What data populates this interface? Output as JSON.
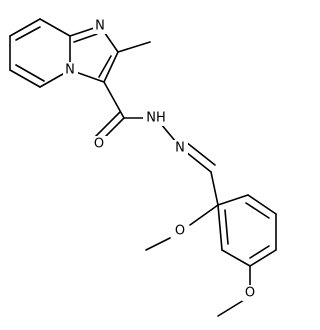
{
  "molecule": {
    "bond_color": "#000000",
    "background": "#ffffff",
    "atoms": {
      "n_imidazole": "N",
      "n_bridge": "N",
      "o_carbonyl": "O",
      "nh": "NH",
      "n_imine": "N",
      "o_methoxy_2": "O",
      "o_methoxy_4": "O"
    }
  }
}
